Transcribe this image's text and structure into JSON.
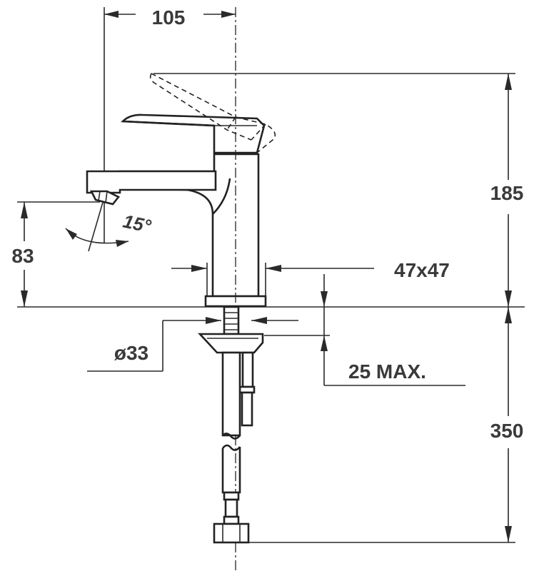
{
  "dimensions": {
    "top_width": "105",
    "height_total": "185",
    "spout_height": "83",
    "spout_angle": "15°",
    "base_size": "47x47",
    "hole_diameter": "ø33",
    "counter_thickness": "25 MAX.",
    "hose_length": "350"
  },
  "colors": {
    "line": "#222222",
    "text": "#3a3a3a",
    "background": "#ffffff"
  }
}
